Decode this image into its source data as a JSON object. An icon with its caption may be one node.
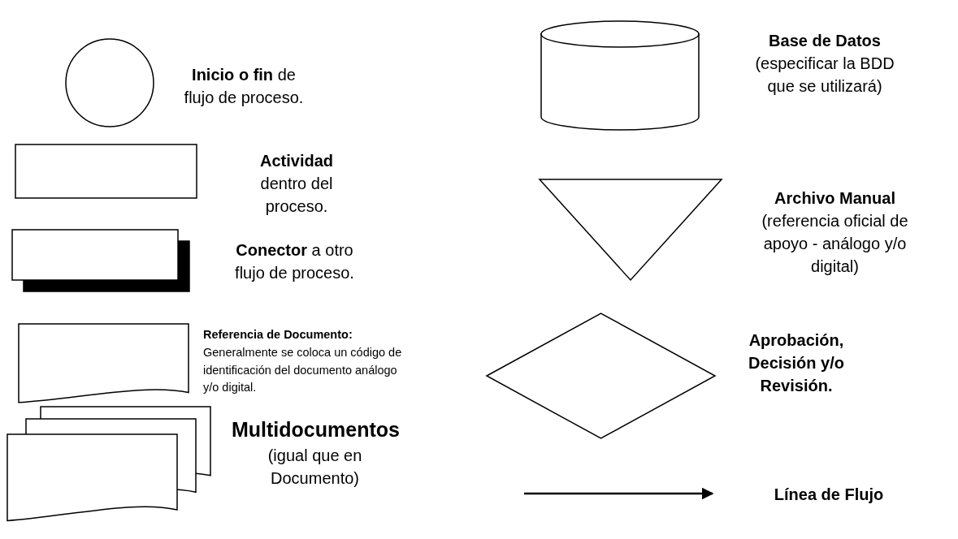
{
  "diagram": {
    "nodes": [
      {
        "text": [],
        "shape": "circle",
        "beside": [
          "**Inicio o fin** de flujo de proceso."
        ]
      },
      {
        "text": [],
        "shape": "box",
        "beside": [
          "**Actividad** dentro del proceso."
        ]
      },
      {
        "text": [],
        "shape": "box",
        "beside": [
          "**Conector** a otro flujo de proceso."
        ]
      },
      {
        "text": [],
        "shape": "document",
        "beside": [
          "Referencia de Documento:",
          "Generalmente se coloca un código de identificación del documento análogo y/o digital."
        ]
      },
      {
        "text": [],
        "shape": "documents",
        "beside": [
          "Multidocumentos",
          "(igual que en Documento)"
        ]
      },
      {
        "text": [],
        "shape": "cylinder",
        "beside": [
          "Base de Datos",
          "(especificar la BDD que se utilizará)"
        ]
      },
      {
        "text": [],
        "shape": "triangle",
        "beside": [
          "Archivo Manual",
          "(referencia oficial de apoyo - análogo y/o digital)"
        ]
      },
      {
        "text": [],
        "shape": "diamond",
        "beside": [
          "Aprobación, Decisión y/o Revisión."
        ]
      },
      {
        "text": [],
        "shape": "arrow",
        "beside": [
          "Línea de Flujo"
        ]
      }
    ]
  }
}
